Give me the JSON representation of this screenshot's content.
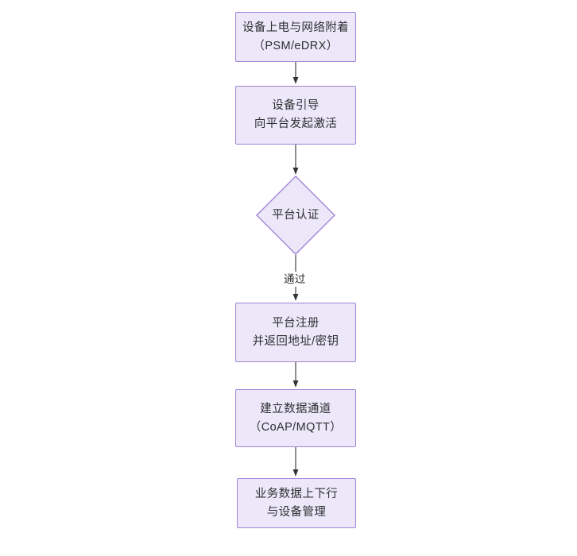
{
  "diagram": {
    "type": "flowchart",
    "orientation": "top-to-bottom",
    "background_color": "#ffffff",
    "node_fill_color": "#ece8f9",
    "node_border_color": "#a084d8",
    "text_color": "#2f2f33",
    "edge_color": "#333333",
    "nodes": [
      {
        "id": "n1",
        "shape": "rectangle",
        "label": "设备上电与网络附着\n（PSM/eDRX）",
        "line1": "设备上电与网络附着",
        "line2": "（PSM/eDRX）"
      },
      {
        "id": "n2",
        "shape": "rectangle",
        "label": "设备引导\n向平台发起激活",
        "line1": "设备引导",
        "line2": "向平台发起激活"
      },
      {
        "id": "n3",
        "shape": "diamond",
        "label": "平台认证",
        "line1": "平台认证",
        "line2": ""
      },
      {
        "id": "n4",
        "shape": "rectangle",
        "label": "平台注册\n并返回地址/密钥",
        "line1": "平台注册",
        "line2": "并返回地址/密钥"
      },
      {
        "id": "n5",
        "shape": "rectangle",
        "label": "建立数据通道\n（CoAP/MQTT）",
        "line1": "建立数据通道",
        "line2": "（CoAP/MQTT）"
      },
      {
        "id": "n6",
        "shape": "rectangle",
        "label": "业务数据上下行\n与设备管理",
        "line1": "业务数据上下行",
        "line2": "与设备管理"
      }
    ],
    "edges": [
      {
        "id": "e1",
        "from": "n1",
        "to": "n2",
        "label": ""
      },
      {
        "id": "e2",
        "from": "n2",
        "to": "n3",
        "label": ""
      },
      {
        "id": "e3",
        "from": "n3",
        "to": "n4",
        "label": "通过"
      },
      {
        "id": "e4",
        "from": "n4",
        "to": "n5",
        "label": ""
      },
      {
        "id": "e5",
        "from": "n5",
        "to": "n6",
        "label": ""
      }
    ]
  }
}
